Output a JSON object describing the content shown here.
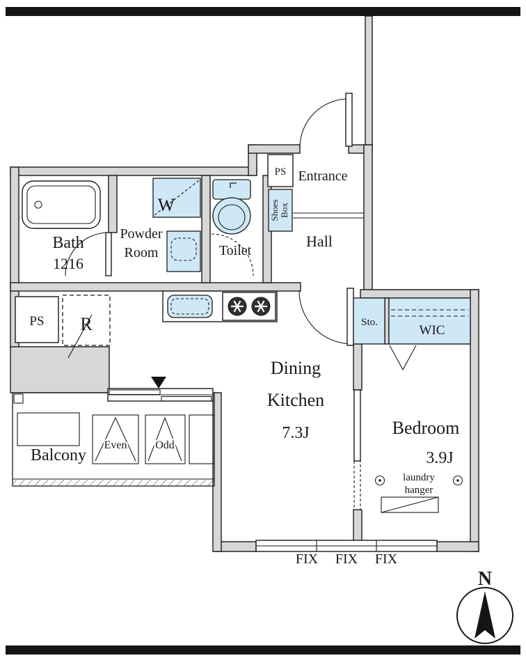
{
  "document": {
    "type": "apartment-floor-plan"
  },
  "colors": {
    "wall_fill": "#d7d7d7",
    "fixture_fill": "#cfe8f6",
    "line": "#1a1a1a",
    "background": "#ffffff"
  },
  "rooms": {
    "bath": {
      "name": "Bath",
      "size": "1216"
    },
    "powder_room": {
      "line1": "Powder",
      "line2": "Room"
    },
    "toilet": {
      "name": "Toilet"
    },
    "entrance": {
      "name": "Entrance"
    },
    "hall": {
      "name": "Hall"
    },
    "dining_kitchen": {
      "line1": "Dining",
      "line2": "Kitchen",
      "size": "7.3J"
    },
    "bedroom": {
      "name": "Bedroom",
      "size": "3.9J"
    },
    "wic": {
      "name": "WIC"
    },
    "storage": {
      "name": "Sto."
    },
    "balcony": {
      "name": "Balcony"
    }
  },
  "fixtures": {
    "pipe_space_top": "PS",
    "pipe_space_left": "PS",
    "washing_machine": "W",
    "refrigerator": "R",
    "shoes_box": {
      "line1": "Shoes",
      "line2": "Box"
    },
    "laundry_hanger": {
      "line1": "laundry",
      "line2": "hanger"
    }
  },
  "balcony_partitions": {
    "even": "Even",
    "odd": "Odd"
  },
  "windows": {
    "fix_1": "FIX",
    "fix_2": "FIX",
    "fix_3": "FIX"
  },
  "compass": {
    "north": "N"
  }
}
